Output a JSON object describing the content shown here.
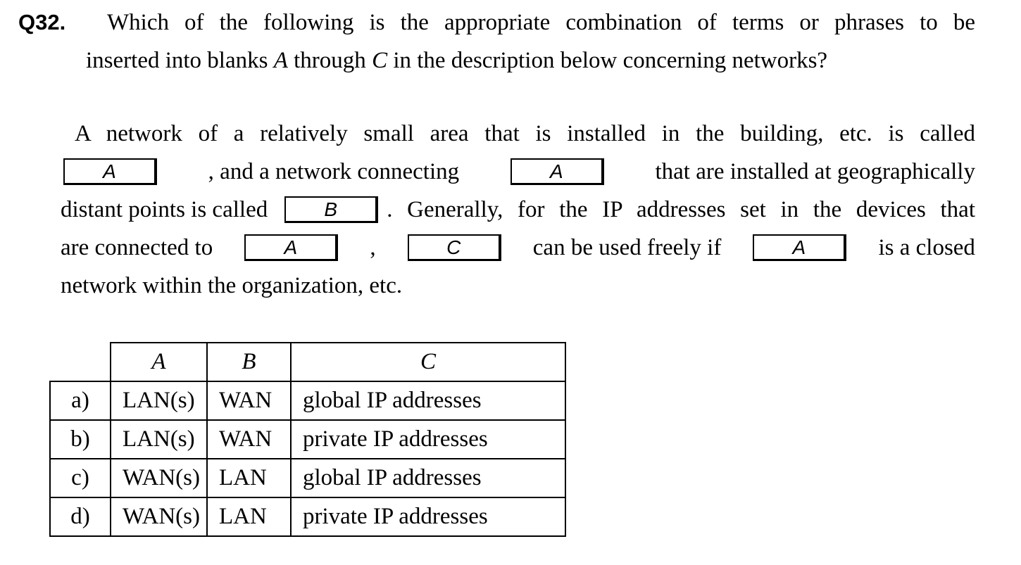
{
  "question": {
    "number": "Q32.",
    "line1": "Which of the following is the appropriate combination of terms or phrases to be",
    "line2_pre": "inserted into blanks ",
    "line2_a": "A",
    "line2_mid": " through ",
    "line2_c": "C",
    "line2_post": " in the description below concerning networks?"
  },
  "paragraph": {
    "l1": "A network of a relatively small area that is installed in the building, etc. is called",
    "l2_b1": "A",
    "l2_t1": ", and a network connecting",
    "l2_b2": "A",
    "l2_t2": "that are installed at geographically",
    "l3_t1": "distant points is called",
    "l3_b1": "B",
    "l3_t2": ". Generally, for the IP addresses set in the devices that",
    "l4_t1": "are connected to",
    "l4_b1": "A",
    "l4_comma": ",",
    "l4_b2": "C",
    "l4_t2": "can be used freely if",
    "l4_b3": "A",
    "l4_t3": "is a closed",
    "l5": "network within the organization, etc."
  },
  "table": {
    "headers": [
      "A",
      "B",
      "C"
    ],
    "rows": [
      {
        "option": "a)",
        "a": "LAN(s)",
        "b": "WAN",
        "c": "global IP addresses"
      },
      {
        "option": "b)",
        "a": "LAN(s)",
        "b": "WAN",
        "c": "private IP addresses"
      },
      {
        "option": "c)",
        "a": "WAN(s)",
        "b": "LAN",
        "c": "global IP addresses"
      },
      {
        "option": "d)",
        "a": "WAN(s)",
        "b": "LAN",
        "c": "private IP addresses"
      }
    ]
  }
}
